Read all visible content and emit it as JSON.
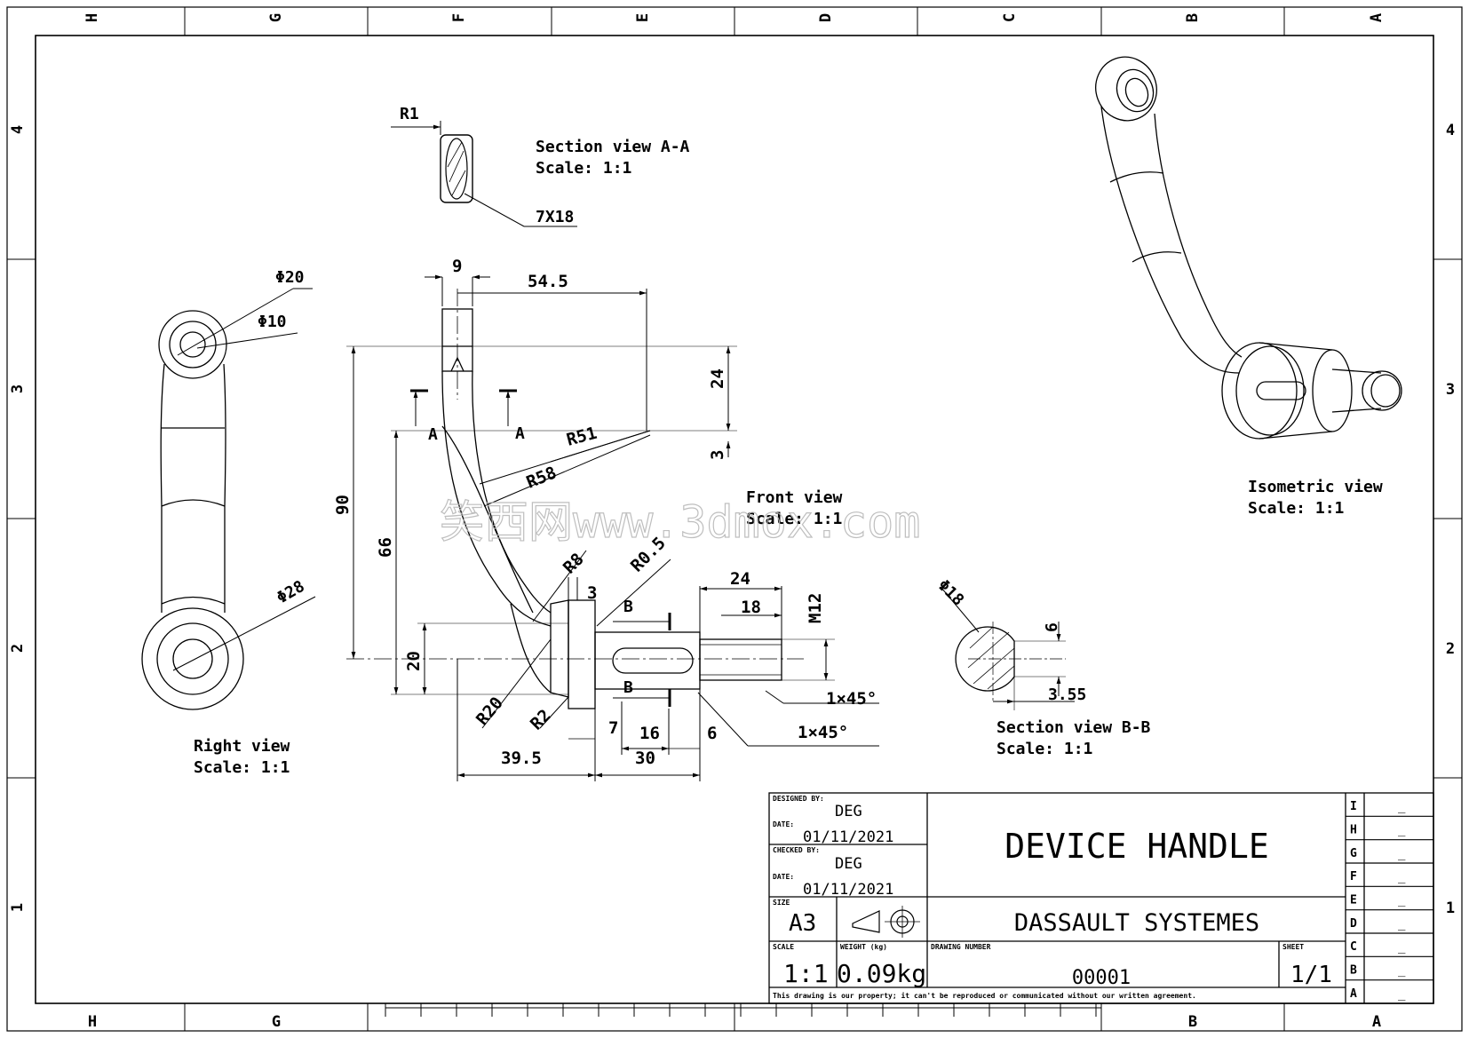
{
  "zones": {
    "top": [
      "H",
      "G",
      "F",
      "E",
      "D",
      "C",
      "B",
      "A"
    ],
    "bottom": [
      "H",
      "G",
      "",
      "",
      "",
      "",
      "B",
      "A"
    ],
    "rows": [
      "4",
      "3",
      "2",
      "1"
    ]
  },
  "section_aa": {
    "title": "Section view A-A",
    "scale": "Scale:  1:1",
    "dims": {
      "r1": "R1",
      "size": "7X18"
    }
  },
  "right_view": {
    "title": "Right view",
    "scale": "Scale:  1:1",
    "dims": {
      "d20": "Φ20",
      "d10": "Φ10",
      "d28": "Φ28"
    }
  },
  "front_view": {
    "title": "Front view",
    "scale": "Scale:  1:1",
    "dims": {
      "d9": "9",
      "d54_5": "54.5",
      "d24v": "24",
      "d3v": "3",
      "d90": "90",
      "d66": "66",
      "d20": "20",
      "r51": "R51",
      "r58": "R58",
      "r8": "R8",
      "r0_5": "R0.5",
      "r20": "R20",
      "r2": "R2",
      "d3": "3",
      "d24": "24",
      "d18": "18",
      "m12": "M12",
      "d7": "7",
      "d16": "16",
      "d6": "6",
      "d39_5": "39.5",
      "d30": "30",
      "c1": "1×45°",
      "c2": "1×45°",
      "cut_a": "A",
      "cut_b": "B"
    }
  },
  "section_bb": {
    "title": "Section view B-B",
    "scale": "Scale:  1:1",
    "dims": {
      "d18": "Φ18",
      "d6": "6",
      "d3_55": "3.55"
    }
  },
  "isometric": {
    "title": "Isometric view",
    "scale": "Scale:  1:1"
  },
  "watermark": "笑西网www.3dmox.com",
  "title_block": {
    "designed_by_label": "DESIGNED BY:",
    "designed_by": "DEG",
    "date_label_1": "DATE:",
    "date_1": "01/11/2021",
    "checked_by_label": "CHECKED BY:",
    "checked_by": "DEG",
    "date_label_2": "DATE:",
    "date_2": "01/11/2021",
    "size_label": "SIZE",
    "size": "A3",
    "title": "DEVICE HANDLE",
    "company": "DASSAULT SYSTEMES",
    "scale_label": "SCALE",
    "scale": "1:1",
    "weight_label": "WEIGHT (kg)",
    "weight": "0.09kg",
    "drawing_number_label": "DRAWING NUMBER",
    "drawing_number": "00001",
    "sheet_label": "SHEET",
    "sheet": "1/1",
    "note": "This drawing is our property; it can't be reproduced or communicated without our written agreement.",
    "revisions": [
      {
        "letter": "I",
        "value": "_"
      },
      {
        "letter": "H",
        "value": "_"
      },
      {
        "letter": "G",
        "value": "_"
      },
      {
        "letter": "F",
        "value": "_"
      },
      {
        "letter": "E",
        "value": "_"
      },
      {
        "letter": "D",
        "value": "_"
      },
      {
        "letter": "C",
        "value": "_"
      },
      {
        "letter": "B",
        "value": "_"
      },
      {
        "letter": "A",
        "value": "_"
      }
    ]
  }
}
